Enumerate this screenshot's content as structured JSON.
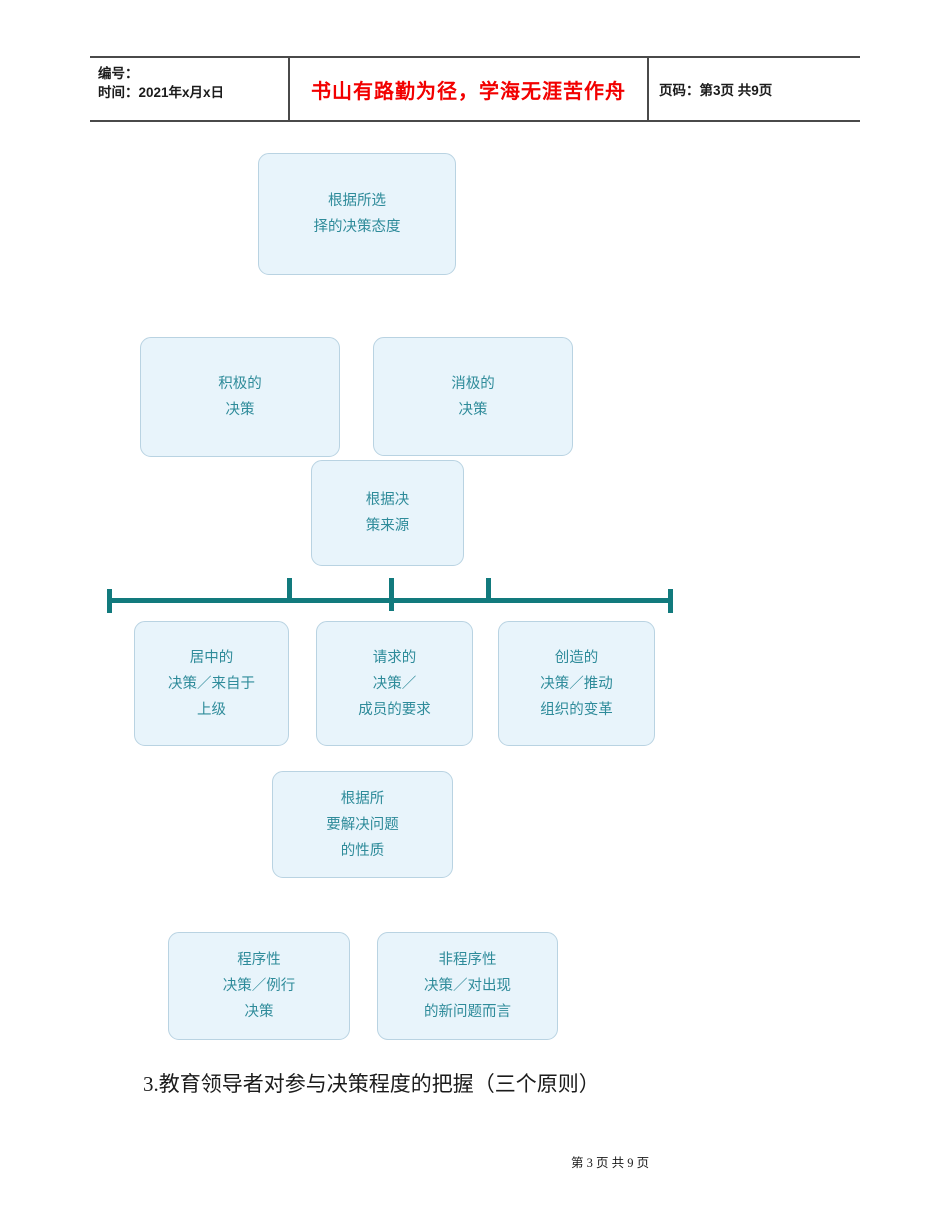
{
  "colors": {
    "table_border": "#4a4a4a",
    "slogan_red": "#f20000",
    "text_black": "#1b1b1b",
    "box_fill": "#e8f4fb",
    "box_border": "#b9d3e2",
    "box_text": "#2e8b9a",
    "bracket": "#127a7d"
  },
  "header": {
    "number_label": "编号：",
    "time_label": "时间：2021年x月x日",
    "slogan": "书山有路勤为径，学海无涯苦作舟",
    "page_label": "页码：第3页 共9页"
  },
  "diagram": {
    "boxes": [
      {
        "id": "attitude",
        "lines": [
          "根据所选",
          "择的决策态度"
        ]
      },
      {
        "id": "positive",
        "lines": [
          "积极的",
          "决策"
        ]
      },
      {
        "id": "negative",
        "lines": [
          "消极的",
          "决策"
        ]
      },
      {
        "id": "source",
        "lines": [
          "根据决",
          "策来源"
        ]
      },
      {
        "id": "centered",
        "lines": [
          "居中的",
          "决策／来自于",
          "上级"
        ]
      },
      {
        "id": "requested",
        "lines": [
          "请求的",
          "决策／",
          "成员的要求"
        ]
      },
      {
        "id": "creative",
        "lines": [
          "创造的",
          "决策／推动",
          "组织的变革"
        ]
      },
      {
        "id": "nature",
        "lines": [
          "根据所",
          "要解决问题",
          "的性质"
        ]
      },
      {
        "id": "programmed",
        "lines": [
          "程序性",
          "决策／例行",
          "决策"
        ]
      },
      {
        "id": "nonprogrammed",
        "lines": [
          "非程序性",
          "决策／对出现",
          "的新问题而言"
        ]
      }
    ]
  },
  "body": {
    "heading": "3.教育领导者对参与决策程度的把握（三个原则）"
  },
  "footer": {
    "page_info": "第 3 页 共 9 页"
  }
}
